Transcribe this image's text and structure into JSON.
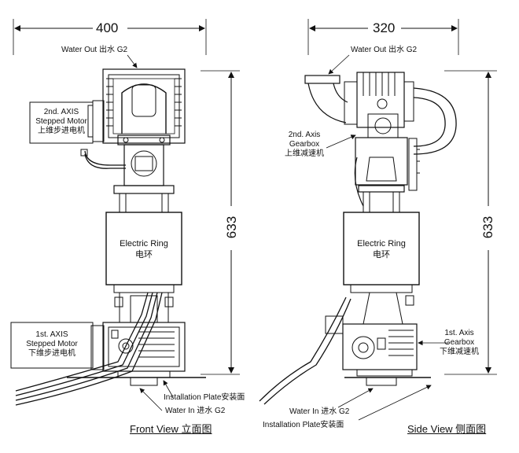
{
  "front_view": {
    "title": "Front View 立面图",
    "width_dim": "400",
    "height_dim": "633",
    "water_out": "Water Out 出水 G2",
    "axis2_motor": [
      "2nd. AXIS",
      "Stepped Motor",
      "上维步进电机"
    ],
    "electric_ring": [
      "Electric Ring",
      "电环"
    ],
    "axis1_motor": [
      "1st. AXIS",
      "Stepped Motor",
      "下维步进电机"
    ],
    "installation_plate": "Installation Plate安装面",
    "water_in": "Water In 进水 G2"
  },
  "side_view": {
    "title": "Side View 侧面图",
    "width_dim": "320",
    "height_dim": "633",
    "water_out": "Water Out 出水 G2",
    "axis2_gearbox": [
      "2nd. Axis",
      "Gearbox",
      "上维减速机"
    ],
    "electric_ring": [
      "Electric Ring",
      "电环"
    ],
    "axis1_gearbox": [
      "1st. Axis",
      "Gearbox",
      "下维减速机"
    ],
    "water_in": "Water In 进水 G2",
    "installation_plate": "Installation Plate安装面"
  }
}
